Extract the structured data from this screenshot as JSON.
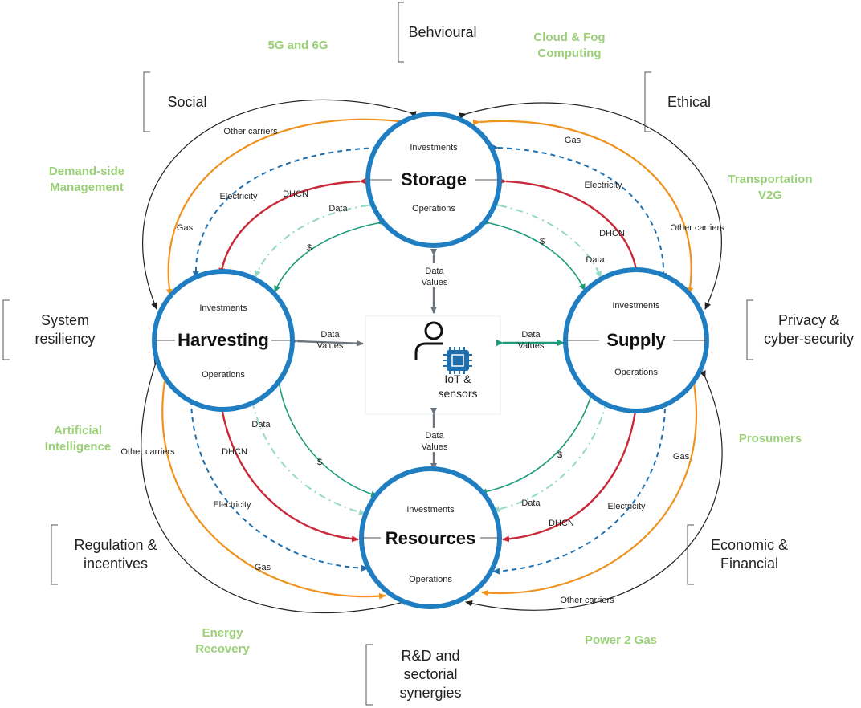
{
  "nodes": {
    "storage": {
      "title": "Storage",
      "investments": "Investments",
      "operations": "Operations"
    },
    "harvesting": {
      "title": "Harvesting",
      "investments": "Investments",
      "operations": "Operations"
    },
    "supply": {
      "title": "Supply",
      "investments": "Investments",
      "operations": "Operations"
    },
    "resources": {
      "title": "Resources",
      "investments": "Investments",
      "operations": "Operations"
    }
  },
  "center": {
    "line1": "IoT &",
    "line2": "sensors"
  },
  "data_values": {
    "line1": "Data",
    "line2": "Values"
  },
  "flows": {
    "other_carriers": "Other carriers",
    "gas": "Gas",
    "electricity": "Electricity",
    "dhcn": "DHCN",
    "data": "Data",
    "money": "$"
  },
  "technologies": {
    "g5g6": "5G and 6G",
    "cloud1": "Cloud & Fog",
    "cloud2": "Computing",
    "dsm1": "Demand-side",
    "dsm2": "Management",
    "transport1": "Transportation",
    "transport2": "V2G",
    "ai1": "Artificial",
    "ai2": "Intelligence",
    "prosumers": "Prosumers",
    "recovery1": "Energy",
    "recovery2": "Recovery",
    "p2g": "Power 2 Gas"
  },
  "dimensions": {
    "behavioural": "Behvioural",
    "social": "Social",
    "ethical": "Ethical",
    "resiliency1": "System",
    "resiliency2": "resiliency",
    "privacy1": "Privacy &",
    "privacy2": "cyber-security",
    "regulation1": "Regulation &",
    "regulation2": "incentives",
    "economic1": "Economic &",
    "economic2": "Financial",
    "rd1": "R&D and",
    "rd2": "sectorial",
    "rd3": "synergies"
  },
  "colors": {
    "node_ring": "#1f7dc1",
    "other_carriers": "#222222",
    "gas": "#f0921e",
    "electricity": "#1f6fae",
    "dhcn": "#c92a3a",
    "data": "#95d8c9",
    "money": "#1d9a7a",
    "data_values": "#6c757d",
    "technology_text": "#9bd079"
  }
}
